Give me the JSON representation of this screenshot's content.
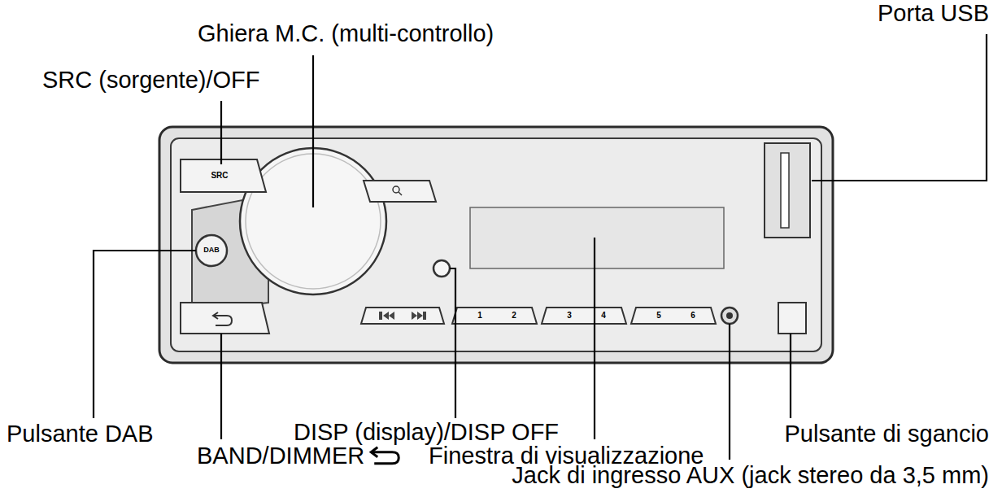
{
  "diagram": {
    "labels": [
      "Porta USB",
      "Ghiera M.C. (multi-controllo)",
      "SRC (sorgente)/OFF",
      "Pulsante DAB",
      "DISP (display)/DISP OFF",
      "Pulsante di sgancio",
      "BAND/DIMMER",
      "Finestra di visualizzazione",
      "Jack di ingresso AUX (jack stereo da 3,5 mm)",
      "SRC",
      "DAB",
      "1",
      "2",
      "3",
      "4",
      "5",
      "6"
    ]
  }
}
